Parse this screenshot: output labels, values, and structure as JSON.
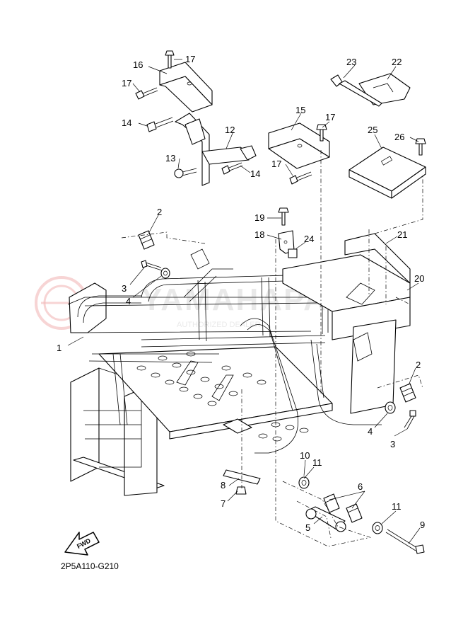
{
  "diagram": {
    "drawing_code": "2P5A110-G210",
    "fwd_label": "FWD",
    "watermark": {
      "main": "YAMAHAPARTS",
      "sub": "AUTHORIZED DEALER"
    },
    "callouts": [
      {
        "id": "c1",
        "label": "1"
      },
      {
        "id": "c2a",
        "label": "2"
      },
      {
        "id": "c2b",
        "label": "2"
      },
      {
        "id": "c3a",
        "label": "3"
      },
      {
        "id": "c3b",
        "label": "3"
      },
      {
        "id": "c4a",
        "label": "4"
      },
      {
        "id": "c4b",
        "label": "4"
      },
      {
        "id": "c5",
        "label": "5"
      },
      {
        "id": "c6",
        "label": "6"
      },
      {
        "id": "c7",
        "label": "7"
      },
      {
        "id": "c8",
        "label": "8"
      },
      {
        "id": "c9",
        "label": "9"
      },
      {
        "id": "c10",
        "label": "10"
      },
      {
        "id": "c11a",
        "label": "11"
      },
      {
        "id": "c11b",
        "label": "11"
      },
      {
        "id": "c12",
        "label": "12"
      },
      {
        "id": "c13",
        "label": "13"
      },
      {
        "id": "c14a",
        "label": "14"
      },
      {
        "id": "c14b",
        "label": "14"
      },
      {
        "id": "c15",
        "label": "15"
      },
      {
        "id": "c16",
        "label": "16"
      },
      {
        "id": "c17a",
        "label": "17"
      },
      {
        "id": "c17b",
        "label": "17"
      },
      {
        "id": "c17c",
        "label": "17"
      },
      {
        "id": "c17d",
        "label": "17"
      },
      {
        "id": "c18",
        "label": "18"
      },
      {
        "id": "c19",
        "label": "19"
      },
      {
        "id": "c20",
        "label": "20"
      },
      {
        "id": "c21",
        "label": "21"
      },
      {
        "id": "c22",
        "label": "22"
      },
      {
        "id": "c23",
        "label": "23"
      },
      {
        "id": "c24",
        "label": "24"
      },
      {
        "id": "c25",
        "label": "25"
      },
      {
        "id": "c26",
        "label": "26"
      }
    ]
  }
}
